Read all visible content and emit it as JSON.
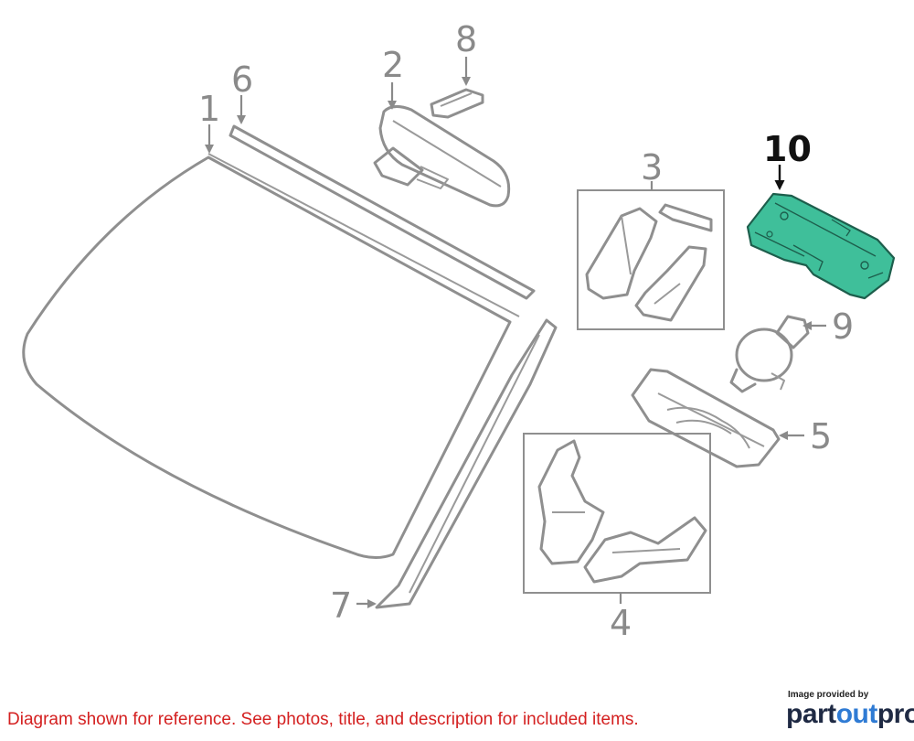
{
  "callouts": {
    "c1": "1",
    "c2": "2",
    "c3": "3",
    "c4": "4",
    "c5": "5",
    "c6": "6",
    "c7": "7",
    "c8": "8",
    "c9": "9",
    "c10": "10"
  },
  "highlight_color": "#3fbf9a",
  "footer": {
    "disclaimer": "Diagram shown for reference. See photos, title, and description for included items.",
    "provided_by": "Image provided by",
    "brand_part": "part",
    "brand_out": "out",
    "brand_pro": "pro"
  }
}
